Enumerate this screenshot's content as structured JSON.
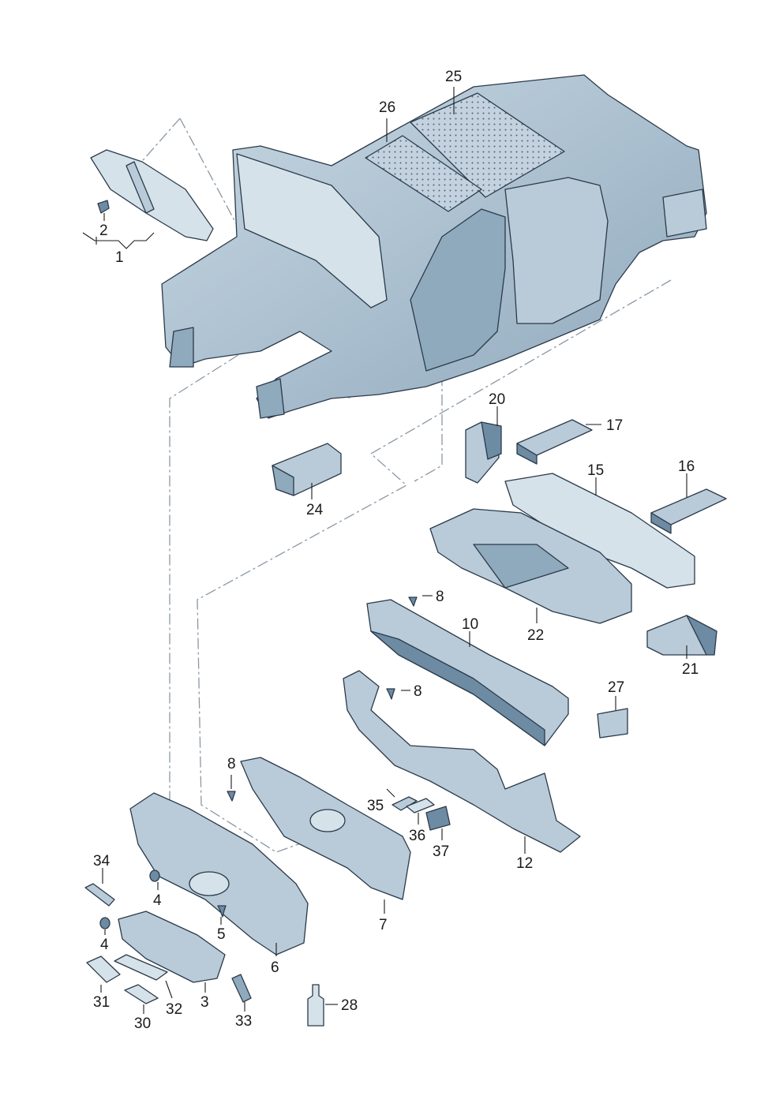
{
  "callouts": {
    "c1": "1",
    "c2": "2",
    "c3": "3",
    "c4a": "4",
    "c4b": "4",
    "c5": "5",
    "c6": "6",
    "c7": "7",
    "c8a": "8",
    "c8b": "8",
    "c8c": "8",
    "c10": "10",
    "c12": "12",
    "c15": "15",
    "c16": "16",
    "c17": "17",
    "c20": "20",
    "c21": "21",
    "c22": "22",
    "c24": "24",
    "c25": "25",
    "c26": "26",
    "c27": "27",
    "c28": "28",
    "c30": "30",
    "c31": "31",
    "c32": "32",
    "c33": "33",
    "c34": "34",
    "c35": "35",
    "c36": "36",
    "c37": "37"
  },
  "colors": {
    "part_light": "#b9cbd8",
    "part_mid": "#8fa9bd",
    "part_dark": "#6d8ba3",
    "outline": "#2b3a4a",
    "phantom_line": "#8a97a3"
  }
}
